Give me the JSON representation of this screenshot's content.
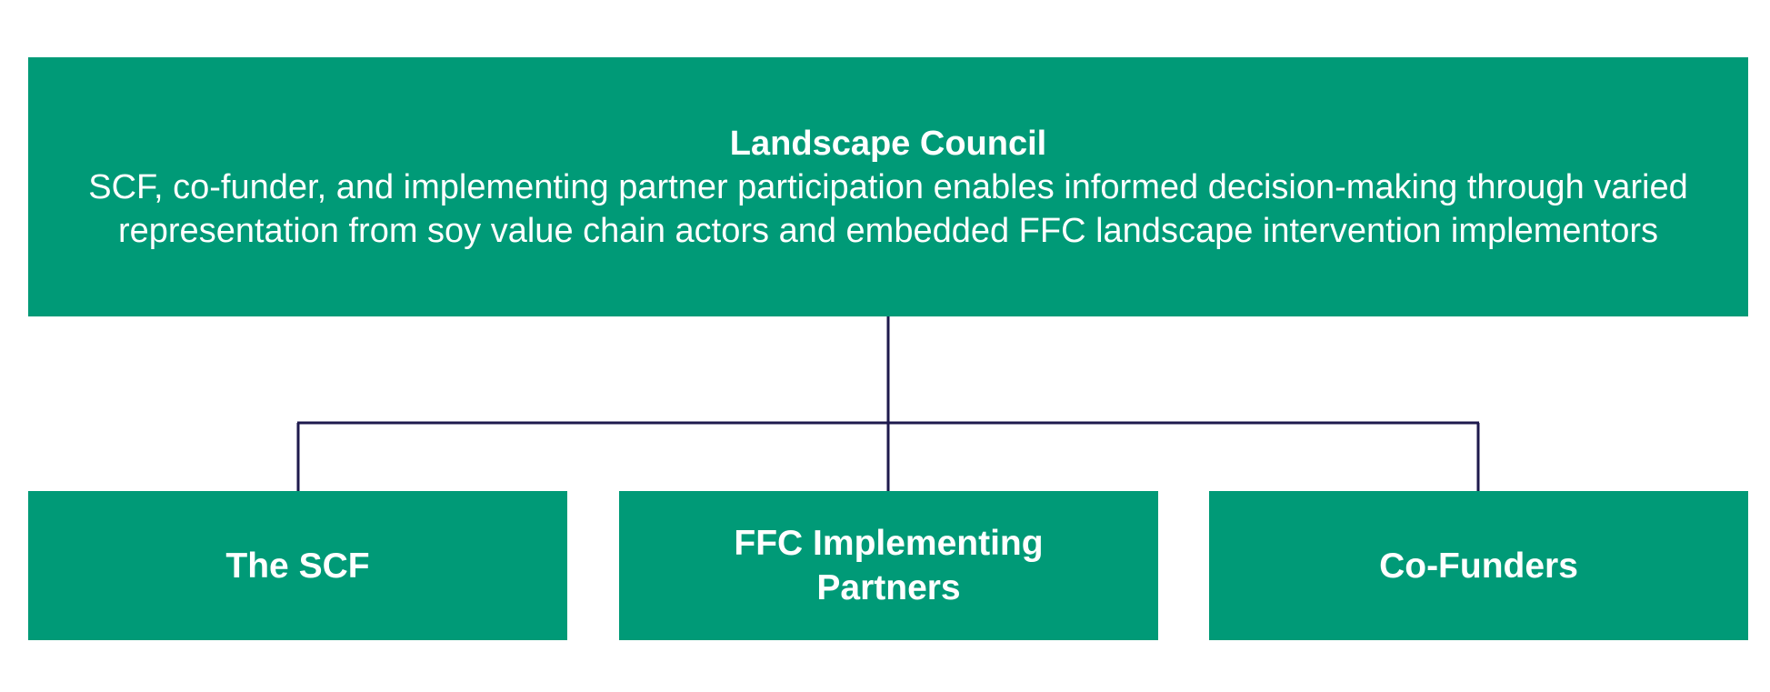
{
  "council": {
    "title": "Landscape Council",
    "description": "SCF, co-funder, and implementing partner participation enables informed decision-making through varied representation from soy value chain actors and embedded FFC landscape intervention implementors"
  },
  "children": [
    {
      "label": "The SCF"
    },
    {
      "label": "FFC Implementing Partners"
    },
    {
      "label": "Co-Funders"
    }
  ],
  "colors": {
    "box_fill": "#009a77",
    "box_text": "#ffffff",
    "connector": "#1e1a4d"
  }
}
